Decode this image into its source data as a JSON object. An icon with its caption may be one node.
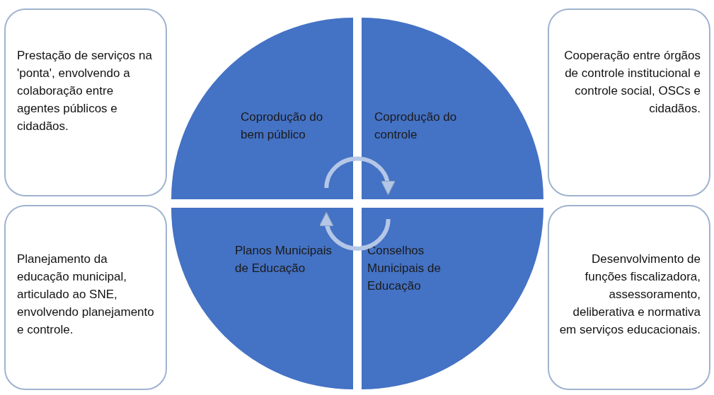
{
  "diagram": {
    "nodes": [
      {
        "text": [
          "Prestação de serviços na 'ponta', envolvendo a colaboração entre agentes públicos e cidadãos."
        ]
      },
      {
        "text": [
          "Coprodução do bem público"
        ]
      },
      {
        "text": [
          "Coprodução do controle"
        ]
      },
      {
        "text": [
          "Cooperação entre órgãos de controle institucional e controle social, OSCs e cidadãos."
        ]
      },
      {
        "text": [
          "Planejamento da educação municipal, articulado ao SNE, envolvendo planejamento e controle."
        ]
      },
      {
        "text": [
          "Planos Municipais de Educação"
        ]
      },
      {
        "text": [
          "Conselhos Municipais de Educação"
        ]
      },
      {
        "text": [
          "Desenvolvimento de funções fiscalizadora, assessoramento, deliberativa e normativa em serviços educacionais."
        ]
      }
    ],
    "edges": [
      {
        "from": 1,
        "to": 2,
        "arrow": "to"
      },
      {
        "from": 6,
        "to": 5,
        "arrow": "to"
      }
    ]
  }
}
